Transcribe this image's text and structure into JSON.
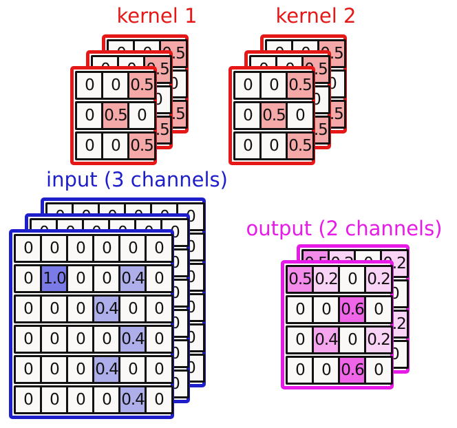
{
  "colors": {
    "red": "#e51717",
    "blue": "#1e1ecb",
    "magenta": "#e81ae8",
    "cell_bg": "#fbf9f7",
    "cell_border": "#111111",
    "kernel_hl": "#f4a8a8",
    "input_1": "#7b7be8",
    "input_04": "#aeaeea",
    "out_06": "#f066e8",
    "out_05": "#f28bea",
    "out_04": "#f5a6ee",
    "out_02": "#fad4f6"
  },
  "groups": [
    {
      "key": "kernel1",
      "label": "kernel 1",
      "channels": 3,
      "border_color_key": "red",
      "grid": [
        [
          "0",
          "0",
          "0.5"
        ],
        [
          "0",
          "0.5",
          "0"
        ],
        [
          "0",
          "0",
          "0.5"
        ]
      ],
      "cell_fills": [
        [
          "",
          "",
          "kernel_hl"
        ],
        [
          "",
          "kernel_hl",
          ""
        ],
        [
          "",
          "",
          "kernel_hl"
        ]
      ]
    },
    {
      "key": "kernel2",
      "label": "kernel 2",
      "channels": 3,
      "border_color_key": "red",
      "grid": [
        [
          "0",
          "0",
          "0.5"
        ],
        [
          "0",
          "0.5",
          "0"
        ],
        [
          "0",
          "0",
          "0.5"
        ]
      ],
      "cell_fills": [
        [
          "",
          "",
          "kernel_hl"
        ],
        [
          "",
          "kernel_hl",
          ""
        ],
        [
          "",
          "",
          "kernel_hl"
        ]
      ]
    },
    {
      "key": "input",
      "label": "input (3 channels)",
      "channels": 3,
      "border_color_key": "blue",
      "grid": [
        [
          "0",
          "0",
          "0",
          "0",
          "0",
          "0"
        ],
        [
          "0",
          "1.0",
          "0",
          "0",
          "0.4",
          "0"
        ],
        [
          "0",
          "0",
          "0",
          "0.4",
          "0",
          "0"
        ],
        [
          "0",
          "0",
          "0",
          "0",
          "0.4",
          "0"
        ],
        [
          "0",
          "0",
          "0",
          "0.4",
          "0",
          "0"
        ],
        [
          "0",
          "0",
          "0",
          "0",
          "0.4",
          "0"
        ]
      ],
      "cell_fills": [
        [
          "",
          "",
          "",
          "",
          "",
          ""
        ],
        [
          "",
          "input_1",
          "",
          "",
          "input_04",
          ""
        ],
        [
          "",
          "",
          "",
          "input_04",
          "",
          ""
        ],
        [
          "",
          "",
          "",
          "",
          "input_04",
          ""
        ],
        [
          "",
          "",
          "",
          "input_04",
          "",
          ""
        ],
        [
          "",
          "",
          "",
          "",
          "input_04",
          ""
        ]
      ]
    },
    {
      "key": "output",
      "label": "output (2 channels)",
      "channels": 2,
      "border_color_key": "magenta",
      "grid": [
        [
          "0.5",
          "0.2",
          "0",
          "0.2"
        ],
        [
          "0",
          "0",
          "0.6",
          "0"
        ],
        [
          "0",
          "0.4",
          "0",
          "0.2"
        ],
        [
          "0",
          "0",
          "0.6",
          "0"
        ]
      ],
      "cell_fills": [
        [
          "out_05",
          "out_02",
          "",
          "out_02"
        ],
        [
          "",
          "",
          "out_06",
          ""
        ],
        [
          "",
          "out_04",
          "",
          "out_02"
        ],
        [
          "",
          "",
          "out_06",
          ""
        ]
      ]
    }
  ]
}
